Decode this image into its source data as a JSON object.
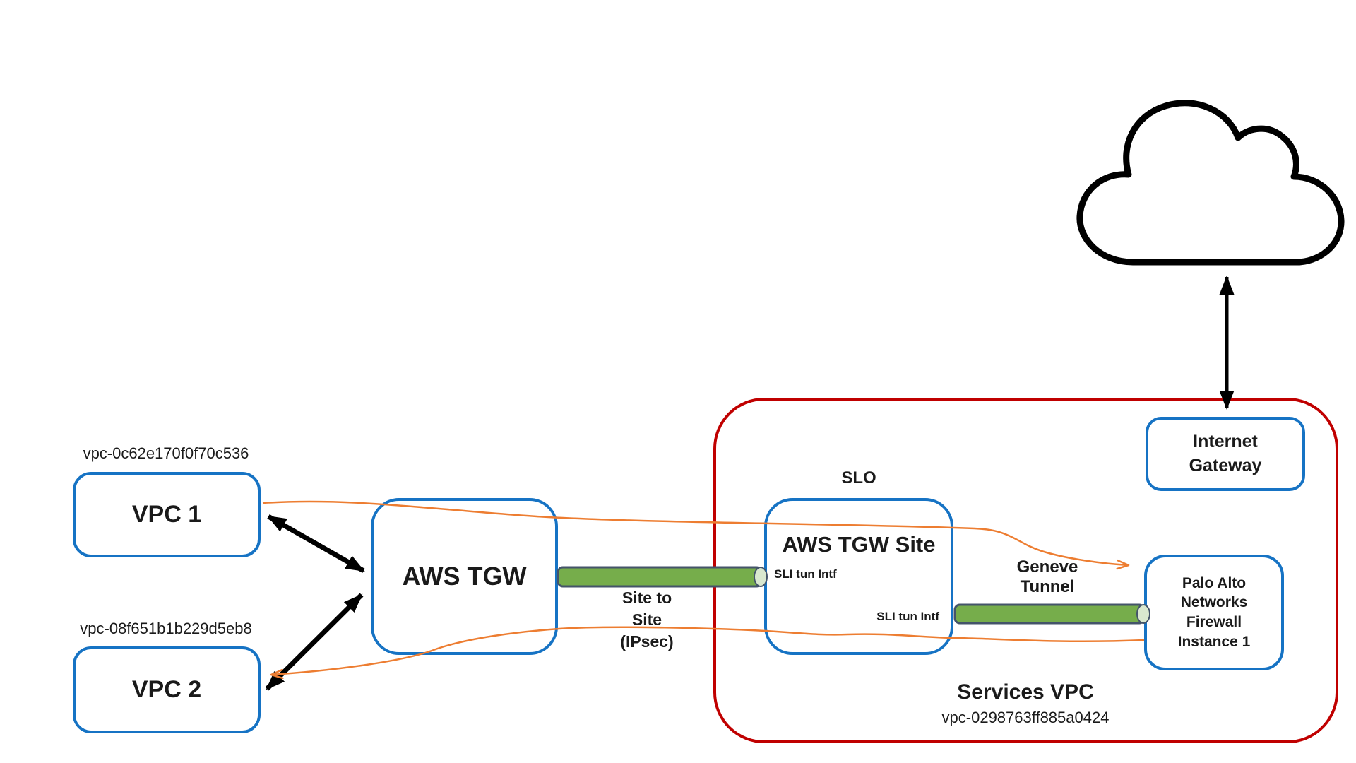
{
  "colors": {
    "boxBlue": "#1673c4",
    "boundaryRed": "#c00000",
    "tunnelGreen": "#76ad4b",
    "tunnelBorder": "#44546a",
    "tunnelCap": "#d9e8cf",
    "connectorOrange": "#ed7d31",
    "arrowBlack": "#000000"
  },
  "nodes": {
    "vpc1": {
      "id": "vpc-0c62e170f0f70c536",
      "title": "VPC 1"
    },
    "vpc2": {
      "id": "vpc-08f651b1b229d5eb8",
      "title": "VPC 2"
    },
    "aws_tgw": {
      "title": "AWS TGW"
    },
    "aws_tgw_site": {
      "title": "AWS TGW Site",
      "slo": "SLO",
      "sli_top": "SLI tun Intf",
      "sli_bottom": "SLI tun Intf"
    },
    "palo_alto_firewall": {
      "title": "Palo Alto\nNetworks\nFirewall\nInstance 1"
    },
    "internet_gateway": {
      "title": "Internet\nGateway"
    },
    "internet": {
      "title": "Internet"
    },
    "services_vpc": {
      "title": "Services VPC",
      "id": "vpc-0298763ff885a0424"
    }
  },
  "links": {
    "site_to_site": {
      "label": "Site to\nSite\n(IPsec)"
    },
    "geneve": {
      "label": "Geneve\nTunnel"
    }
  }
}
